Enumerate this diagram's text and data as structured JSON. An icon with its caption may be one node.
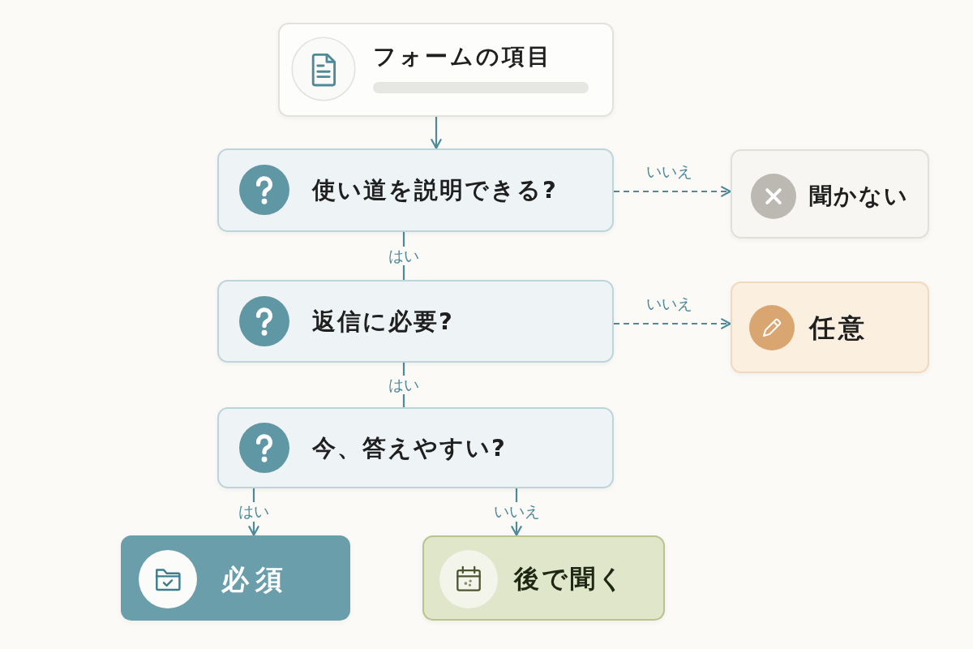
{
  "diagram": {
    "nodes": [
      {
        "text": [
          "フォームの項目"
        ]
      },
      {
        "text": [
          "使い道を説明できる?"
        ]
      },
      {
        "text": [
          "聞かない"
        ]
      },
      {
        "text": [
          "返信に必要?"
        ]
      },
      {
        "text": [
          "任意"
        ]
      },
      {
        "text": [
          "今、答えやすい?"
        ]
      },
      {
        "text": [
          "必須"
        ]
      },
      {
        "text": [
          "後で聞く"
        ]
      }
    ],
    "edges": [
      {
        "from": 0,
        "to": 1,
        "arrow": "to"
      },
      {
        "from": 1,
        "to": 2,
        "arrow": "to",
        "label": "いいえ",
        "style": "dashed"
      },
      {
        "from": 1,
        "to": 3,
        "arrow": "none",
        "label": "はい"
      },
      {
        "from": 3,
        "to": 4,
        "arrow": "to",
        "label": "いいえ",
        "style": "dashed"
      },
      {
        "from": 3,
        "to": 5,
        "arrow": "none",
        "label": "はい"
      },
      {
        "from": 5,
        "to": 6,
        "arrow": "to",
        "label": "はい"
      },
      {
        "from": 5,
        "to": 7,
        "arrow": "to",
        "label": "いいえ"
      }
    ]
  }
}
